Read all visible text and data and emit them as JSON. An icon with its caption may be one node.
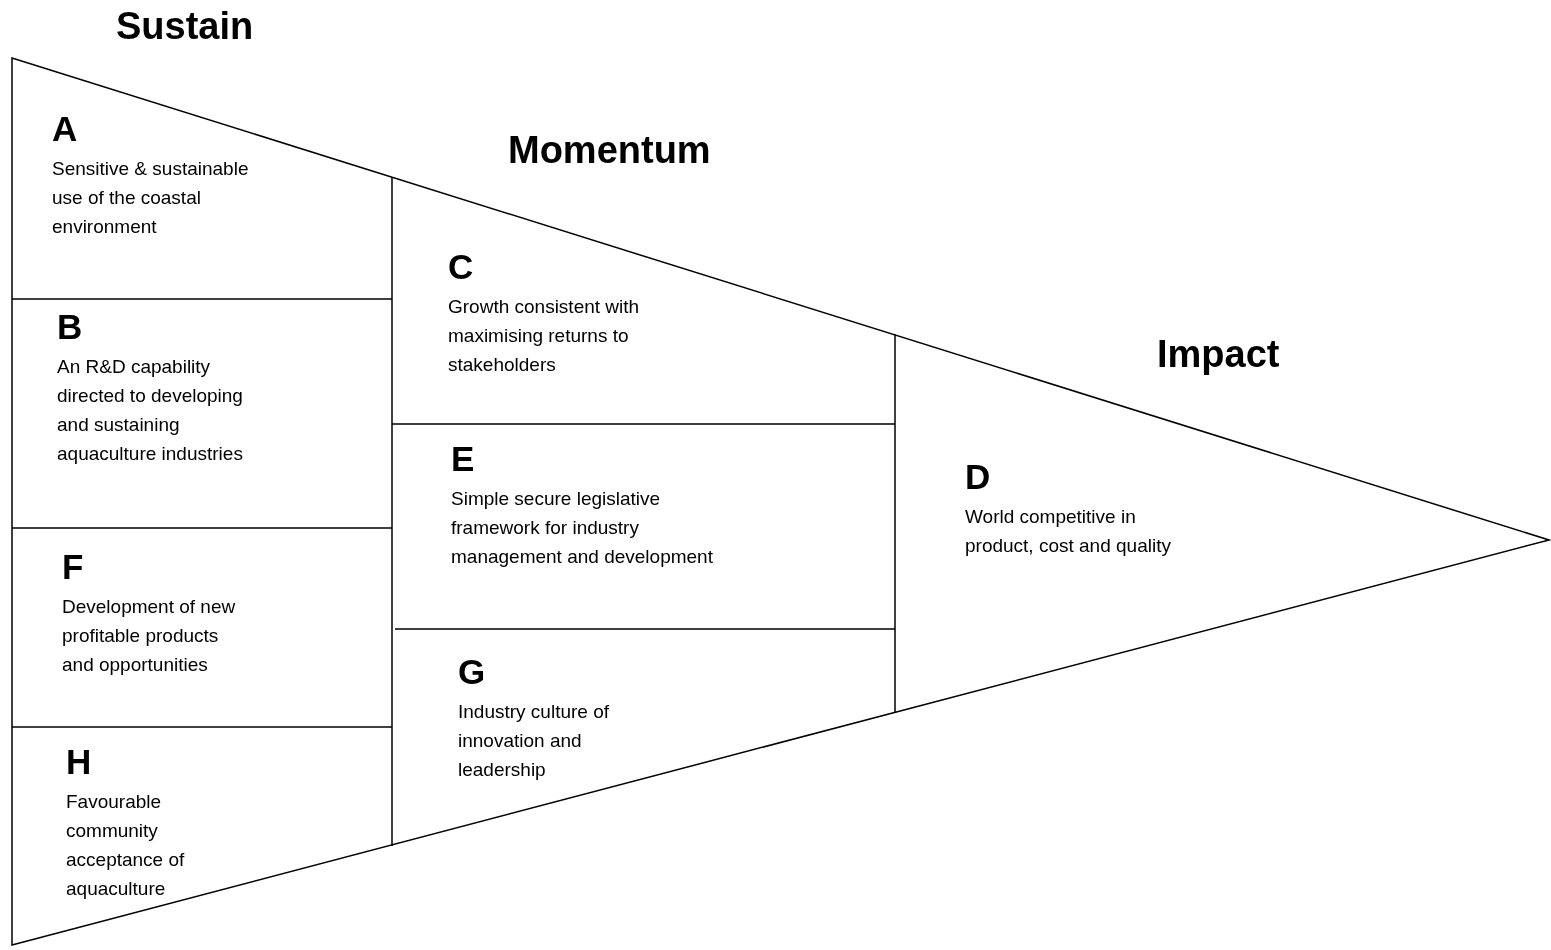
{
  "diagram": {
    "nodes": [
      {
        "text": [
          "A",
          "Sensitive & sustainable use of the coastal environment"
        ]
      },
      {
        "text": [
          "B",
          "An R&D capability directed to developing and sustaining aquaculture industries"
        ]
      },
      {
        "text": [
          "F",
          "Development of new profitable products and opportunities"
        ]
      },
      {
        "text": [
          "H",
          "Favourable community acceptance of aquaculture"
        ]
      },
      {
        "text": [
          "C",
          "Growth consistent with maximising returns to stakeholders"
        ]
      },
      {
        "text": [
          "E",
          "Simple secure legislative framework for industry management and development"
        ]
      },
      {
        "text": [
          "G",
          "Industry culture of innovation and leadership"
        ]
      },
      {
        "text": [
          "D",
          "World competitive in product, cost and quality"
        ]
      }
    ],
    "labels": [
      "Sustain",
      "Momentum",
      "Impact"
    ]
  }
}
